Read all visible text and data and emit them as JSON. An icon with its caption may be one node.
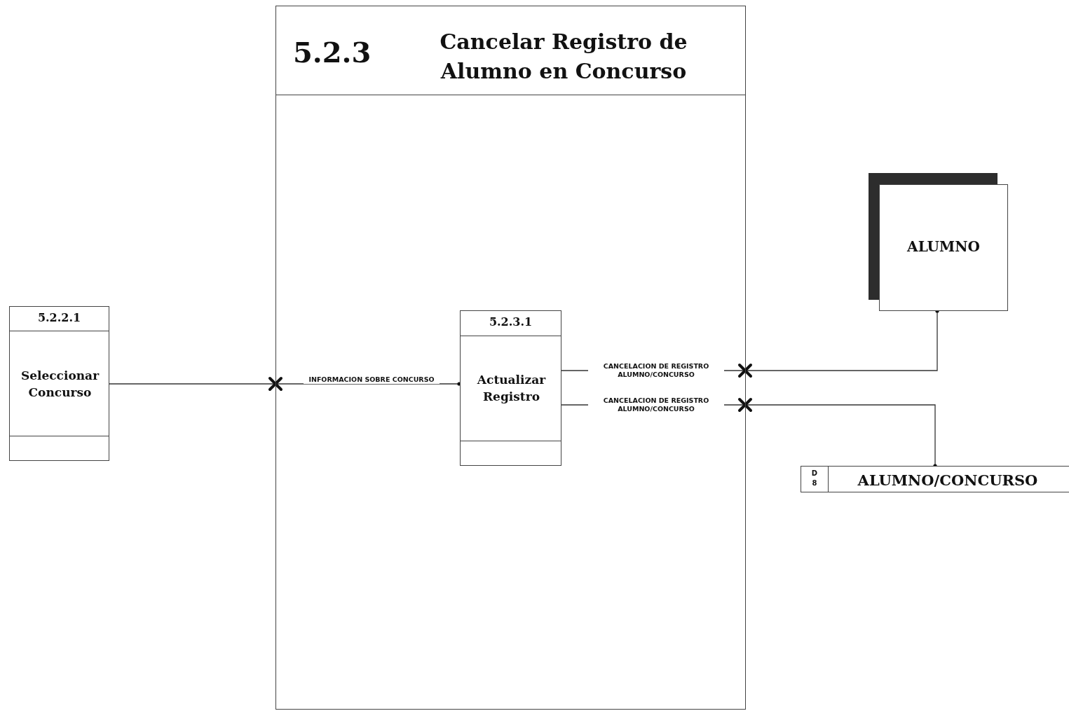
{
  "diagram": {
    "nodes": [
      {
        "text": [
          "5.2.3",
          "Cancelar Registro de Alumno en Concurso"
        ]
      },
      {
        "text": [
          "5.2.2.1",
          "Seleccionar Concurso"
        ]
      },
      {
        "text": [
          "5.2.3.1",
          "Actualizar Registro"
        ],
        "in": 0
      },
      {
        "text": [
          "ALUMNO"
        ]
      },
      {
        "text": [
          "D 8",
          "ALUMNO/CONCURSO"
        ]
      }
    ],
    "edges": [
      {
        "from": 1,
        "to": 2,
        "arrow": "other",
        "label": "INFORMACION SOBRE CONCURSO"
      },
      {
        "from": 2,
        "to": 3,
        "arrow": "other",
        "label": "CANCELACION DE REGISTRO ALUMNO/CONCURSO"
      },
      {
        "from": 2,
        "to": 4,
        "arrow": "other",
        "label": "CANCELACION DE REGISTRO ALUMNO/CONCURSO"
      }
    ]
  }
}
